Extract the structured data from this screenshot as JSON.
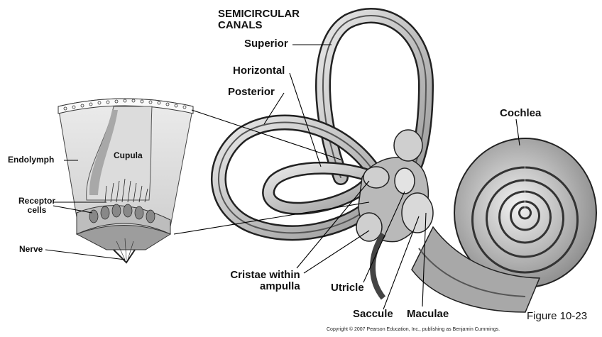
{
  "labels": {
    "semicircular_line1": "SEMICIRCULAR",
    "semicircular_line2": "CANALS",
    "superior": "Superior",
    "horizontal": "Horizontal",
    "posterior": "Posterior",
    "cochlea": "Cochlea",
    "endolymph": "Endolymph",
    "cupula": "Cupula",
    "receptor_line1": "Receptor",
    "receptor_line2": "cells",
    "nerve": "Nerve",
    "cristae_line1": "Cristae within",
    "cristae_line2": "ampulla",
    "utricle": "Utricle",
    "saccule": "Saccule",
    "maculae": "Maculae"
  },
  "figure_number": "Figure 10-23",
  "copyright": "Copyright © 2007 Pearson Education, Inc., publishing as Benjamin Cummings."
}
